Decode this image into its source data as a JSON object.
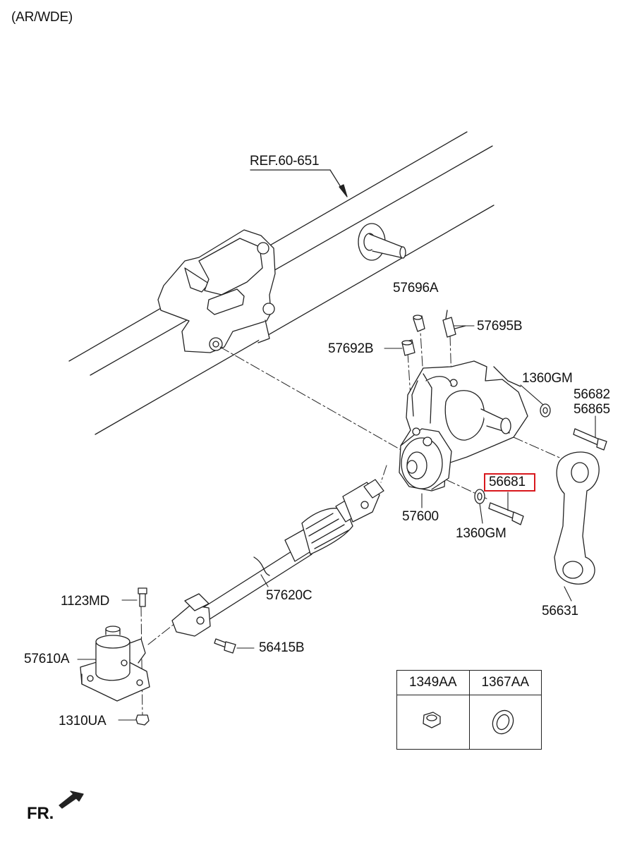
{
  "header_code": "(AR/WDE)",
  "ref_label": "REF.60-651",
  "parts": {
    "p57696A": "57696A",
    "p57695B": "57695B",
    "p57692B": "57692B",
    "p1360GM_top": "1360GM",
    "p56682": "56682",
    "p56865": "56865",
    "p56681": "56681",
    "p57600": "57600",
    "p1360GM_bottom": "1360GM",
    "p56631": "56631",
    "p57620C": "57620C",
    "p1123MD": "1123MD",
    "p57610A": "57610A",
    "p56415B": "56415B",
    "p1310UA": "1310UA"
  },
  "highlighted_part": "56681",
  "legend": {
    "col1": "1349AA",
    "col2": "1367AA",
    "col1_icon": "hex-nut-icon",
    "col2_icon": "washer-icon"
  },
  "front_indicator": "FR.",
  "highlight_color": "#d8181d"
}
